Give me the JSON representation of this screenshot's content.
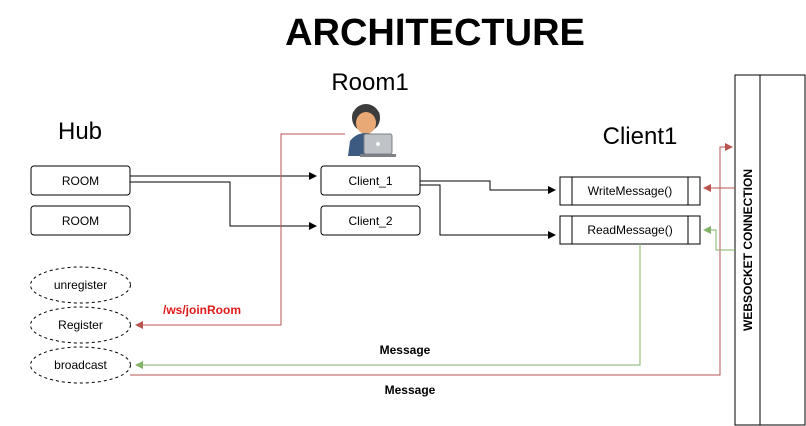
{
  "title": "ARCHITECTURE",
  "sections": {
    "hub": "Hub",
    "room": "Room1",
    "client": "Client1"
  },
  "hub": {
    "rooms": [
      "ROOM",
      "ROOM"
    ],
    "channels": [
      "unregister",
      "Register",
      "broadcast"
    ]
  },
  "room": {
    "clients": [
      "Client_1",
      "Client_2"
    ]
  },
  "client": {
    "write": "WriteMessage()",
    "read": "ReadMessage()"
  },
  "websocket": "WEBSOCKET CONNECTION",
  "edges": {
    "join_label": "/ws/joinRoom",
    "message_top": "Message",
    "message_bottom": "Message"
  },
  "colors": {
    "join": "#e01b1b",
    "join_line": "#b85450",
    "write_line": "#b85450",
    "read_line": "#82b366"
  },
  "icons": {
    "user": "user-laptop-icon"
  }
}
